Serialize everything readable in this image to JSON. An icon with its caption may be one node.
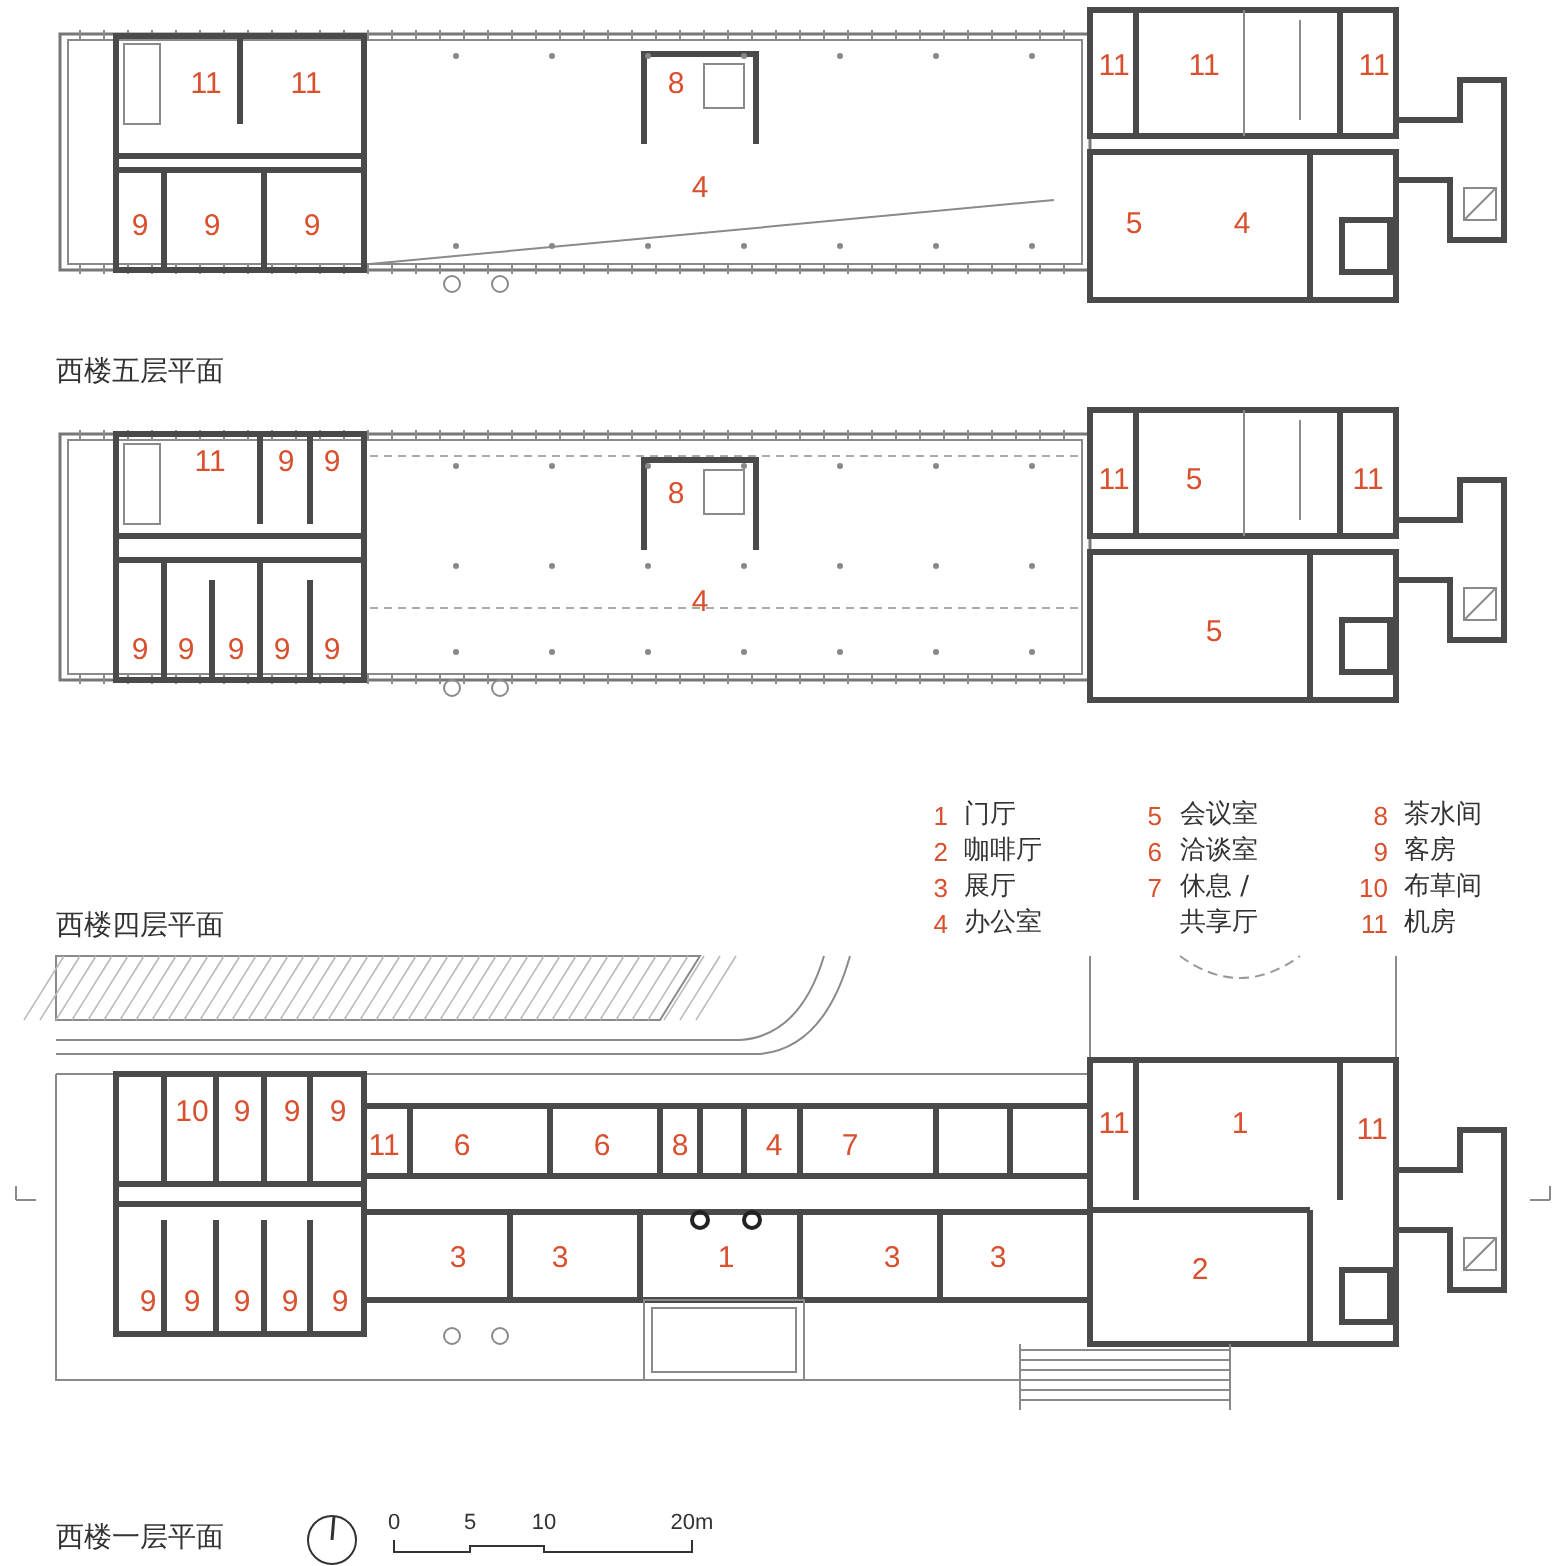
{
  "diagram": {
    "labels": [
      "11",
      "11",
      "8",
      "11",
      "11",
      "11",
      "4",
      "9",
      "9",
      "9",
      "5",
      "4",
      "西楼五层平面",
      "11",
      "9",
      "9",
      "8",
      "11",
      "5",
      "11",
      "4",
      "9",
      "9",
      "9",
      "9",
      "9",
      "5",
      "1",
      "门厅",
      "5",
      "会议室",
      "8",
      "茶水间",
      "2",
      "咖啡厅",
      "6",
      "洽谈室",
      "9",
      "客房",
      "3",
      "展厅",
      "7",
      "休息 /共享厅",
      "10",
      "布草间",
      "西楼四层平面",
      "4",
      "办公室",
      "11",
      "机房",
      "10",
      "9",
      "9",
      "9",
      "11",
      "6",
      "6",
      "8",
      "4",
      "7",
      "11",
      "1",
      "11",
      "3",
      "3",
      "1",
      "3",
      "3",
      "2",
      "9",
      "9",
      "9",
      "9",
      "9",
      "西楼一层平面",
      "0",
      "5",
      "10",
      "20m"
    ]
  }
}
